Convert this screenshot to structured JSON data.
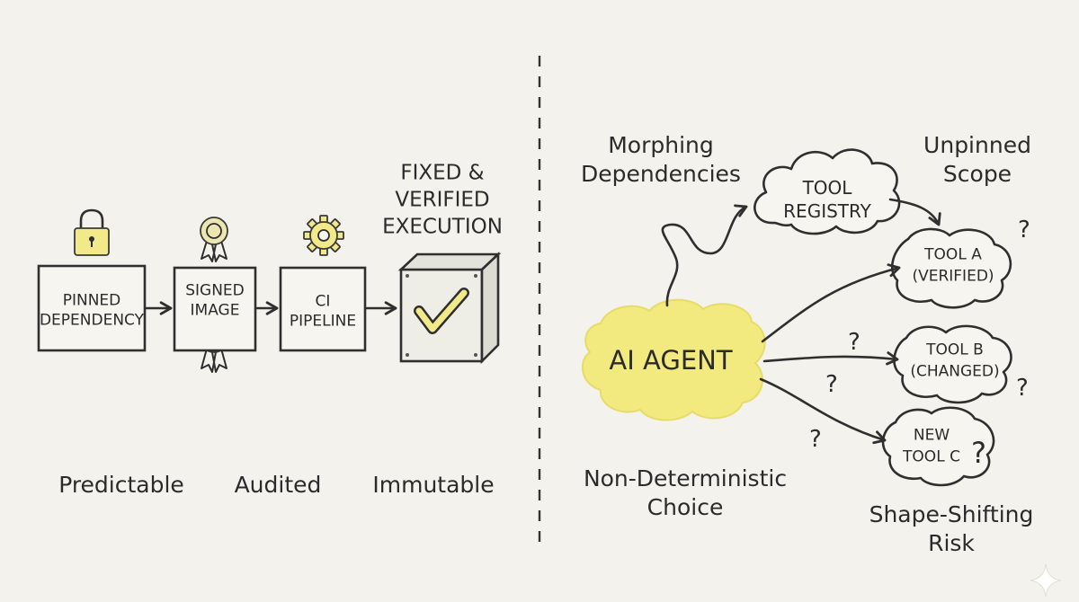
{
  "left": {
    "boxes": [
      "PINNED\nDEPENDENCY",
      "SIGNED\nIMAGE",
      "CI\nPIPELINE"
    ],
    "result_title": "FIXED &\nVERIFIED\nEXECUTION",
    "captions": [
      "Predictable",
      "Audited",
      "Immutable"
    ]
  },
  "right": {
    "top_left": "Morphing\nDependencies",
    "top_right": "Unpinned\nScope",
    "registry": "TOOL\nREGISTRY",
    "agent": "AI AGENT",
    "tools": [
      "TOOL A\n(VERIFIED)",
      "TOOL B\n(CHANGED)",
      "NEW\nTOOL C"
    ],
    "bottom_left": "Non-Deterministic\nChoice",
    "bottom_right": "Shape-Shifting\nRisk",
    "question": "?"
  },
  "icons": [
    "padlock-icon",
    "award-ribbon-icon",
    "gear-icon",
    "checkmark-icon",
    "sparkle-icon"
  ],
  "colors": {
    "highlight": "#f1e98a",
    "ink": "#2f2f2f",
    "background": "#f3f2ec"
  }
}
